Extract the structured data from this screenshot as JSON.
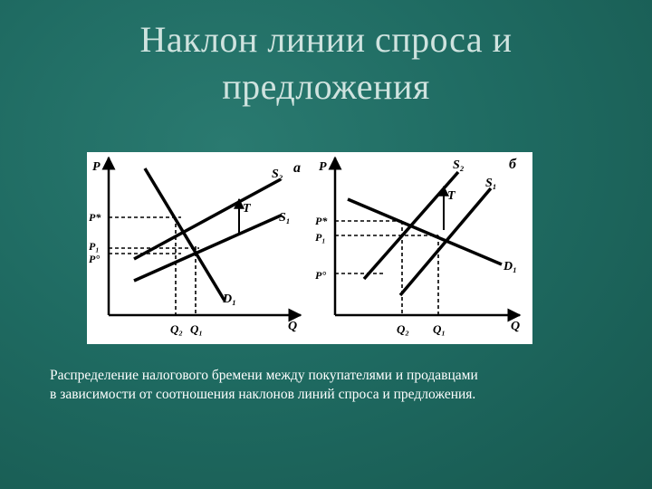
{
  "slide": {
    "title_line1": "Наклон линии спроса и",
    "title_line2": "предложения",
    "caption_line1": "Распределение налогового бремени между покупателями и продавцами",
    "caption_line2": "в зависимости от соотношения наклонов линий спроса и предложения."
  },
  "figure": {
    "panel_a": {
      "panel_label": "а",
      "p_axis": "P",
      "q_axis": "Q",
      "curve_s2": "S₂",
      "curve_s1": "S₁",
      "curve_d": "D₁",
      "tax": "T",
      "price_p_star": "P*",
      "price_p1": "P₁",
      "price_p_lower": "P°",
      "qty_q2": "Q₂",
      "qty_q1": "Q₁"
    },
    "panel_b": {
      "panel_label": "б",
      "p_axis": "P",
      "q_axis": "Q",
      "curve_s2": "S₂",
      "curve_s1": "S₁",
      "curve_d": "D₁",
      "tax": "T",
      "price_p_star": "P*",
      "price_p1": "P₁",
      "price_p_lower": "P°",
      "qty_q2": "Q₂",
      "qty_q1": "Q₁"
    }
  },
  "colors": {
    "background": "#1f6b62",
    "title": "#cfe3df",
    "caption": "#ffffff",
    "figure_ink": "#000000"
  }
}
